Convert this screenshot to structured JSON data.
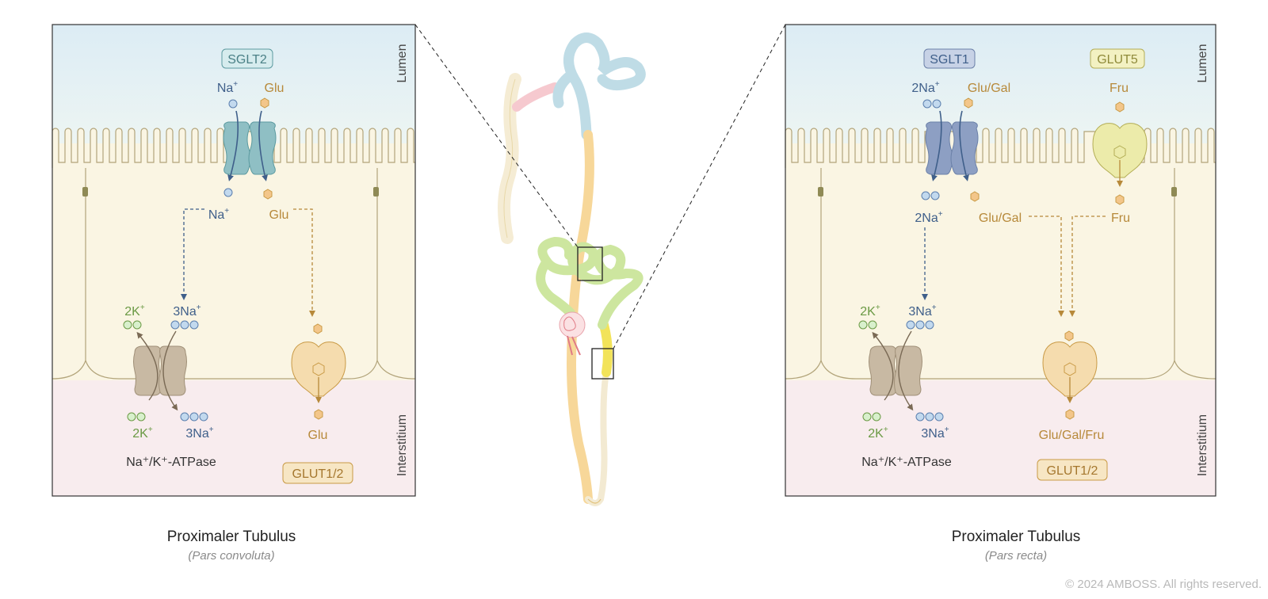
{
  "left_panel": {
    "region_top": "Lumen",
    "region_bottom": "Interstitium",
    "transporter_top": "SGLT2",
    "na_top": "Na",
    "glu_top": "Glu",
    "na_mid": "Na",
    "glu_mid": "Glu",
    "pump_in_k": "2K",
    "pump_in_na": "3Na",
    "pump_out_k": "2K",
    "pump_out_na": "3Na",
    "pump_name": "Na⁺/K⁺-ATPase",
    "glu_bottom": "Glu",
    "transporter_bottom": "GLUT1/2",
    "caption_title": "Proximaler Tubulus",
    "caption_sub": "(Pars convoluta)"
  },
  "right_panel": {
    "region_top": "Lumen",
    "region_bottom": "Interstitium",
    "transporter_top1": "SGLT1",
    "transporter_top2": "GLUT5",
    "na_top": "2Na",
    "glugal_top": "Glu/Gal",
    "fru_top": "Fru",
    "na_mid": "2Na",
    "glugal_mid": "Glu/Gal",
    "fru_mid": "Fru",
    "pump_in_k": "2K",
    "pump_in_na": "3Na",
    "pump_out_k": "2K",
    "pump_out_na": "3Na",
    "pump_name": "Na⁺/K⁺-ATPase",
    "glugalfru_bottom": "Glu/Gal/Fru",
    "transporter_bottom": "GLUT1/2",
    "caption_title": "Proximaler Tubulus",
    "caption_sub": "(Pars recta)"
  },
  "copyright": "© 2024 AMBOSS. All rights reserved.",
  "colors": {
    "lumen": "#e6f1f6",
    "cell": "#faf5e3",
    "interstitium": "#f8ecee",
    "sglt2": "#8fbfc4",
    "sglt1": "#8d9fc3",
    "glut5": "#ecebaa",
    "glut12": "#f5dcae",
    "atpase": "#c8b9a3",
    "sodium_blue": "#3f5f8a",
    "glucose_gold": "#b7893a",
    "potassium_green": "#6b9a45"
  }
}
